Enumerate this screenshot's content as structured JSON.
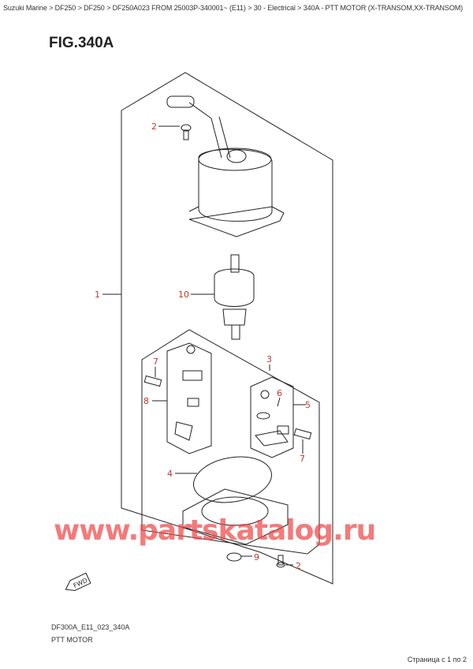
{
  "breadcrumb": "Suzuki Marine > DF250 > DF250 > DF250A023 FROM 25003P-340001~ (E11) > 30 - Electrical > 340A - PTT MOTOR (X-TRANSOM,XX-TRANSOM)",
  "figure_title": "FIG.340A",
  "diagram_code": "DF300A_E11_023_340A",
  "diagram_name": "PTT MOTOR",
  "pagination": "Страница с 1 по 2",
  "watermark": "www.partskatalog.ru",
  "fwd_label": "FWD",
  "callouts": {
    "c1": "1",
    "c2a": "2",
    "c10": "10",
    "c3": "3",
    "c7a": "7",
    "c8": "8",
    "c6": "6",
    "c5": "5",
    "c7b": "7",
    "c4": "4",
    "c9": "9",
    "c2b": "2"
  },
  "colors": {
    "callout": "#c0392b",
    "watermark": "#f04646"
  }
}
